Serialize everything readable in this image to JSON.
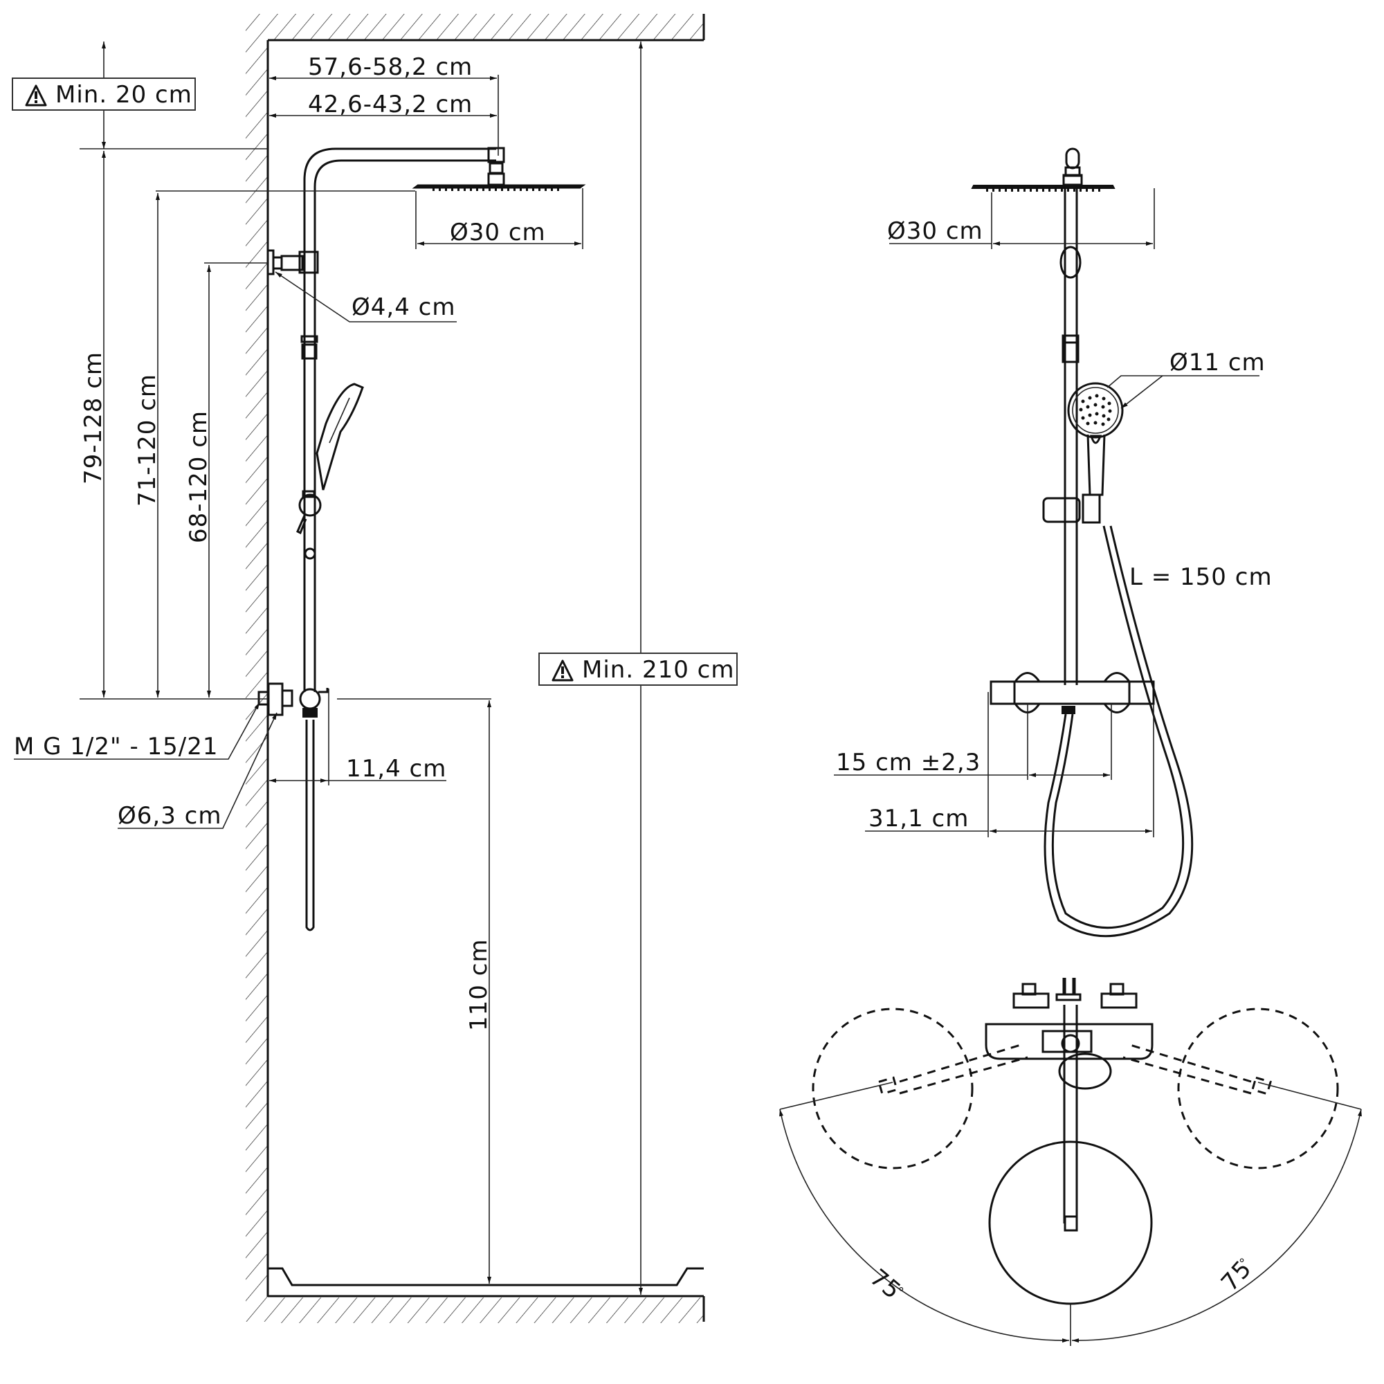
{
  "drawing": {
    "title": "Shower system installation dimensions",
    "colors": {
      "line": "#111111",
      "background": "#ffffff"
    }
  },
  "side_view": {
    "warning_top": {
      "icon": "warning-triangle-icon",
      "label": "Min. 20 cm"
    },
    "warning_height": {
      "icon": "warning-triangle-icon",
      "label": "Min. 210 cm"
    },
    "arm_length_outer": "57,6-58,2 cm",
    "arm_length_inner": "42,6-43,2 cm",
    "overhead_diameter": "Ø30 cm",
    "wall_bracket_diameter": "Ø4,4 cm",
    "height_range_1": "79-128 cm",
    "height_range_2": "71-120 cm",
    "height_range_3": "68-120 cm",
    "thread_spec": "M G 1/2\" - 15/21",
    "escutcheon_diameter": "Ø6,3 cm",
    "wall_distance": "11,4 cm",
    "mixer_height": "110 cm"
  },
  "front_view": {
    "overhead_diameter": "Ø30 cm",
    "handshower_diameter": "Ø11 cm",
    "hose_length": "L = 150 cm",
    "inlet_spacing": "15 cm ±2,3",
    "mixer_width": "31,1 cm"
  },
  "top_view": {
    "rotation_left": "75",
    "rotation_right": "75",
    "degree_symbol": "°"
  }
}
